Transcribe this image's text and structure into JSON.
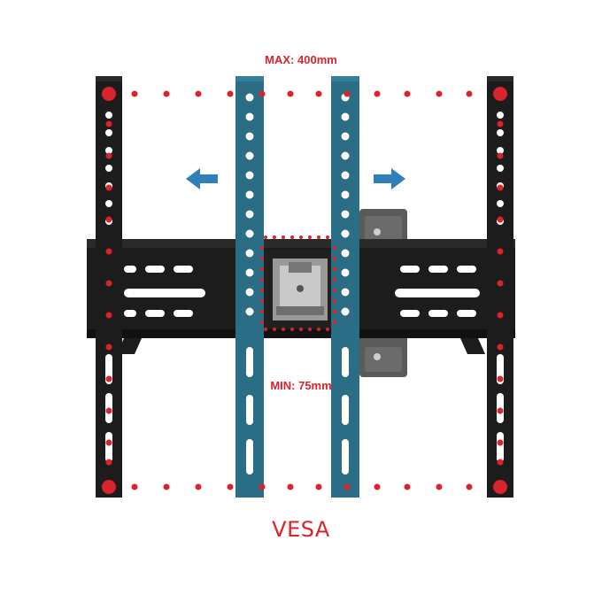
{
  "labels": {
    "max": "MAX: 400mm",
    "min": "MIN: 75mm",
    "vesa": "VESA"
  },
  "colors": {
    "accent_red": "#d8242b",
    "arm_blue": "#2a6d84",
    "bracket_black": "#1c1c1c",
    "plate_gray": "#5a5a5a",
    "arrow_blue": "#2f7fb8"
  },
  "icons": {
    "left_arrow": "left-arrow-icon",
    "right_arrow": "right-arrow-icon"
  }
}
